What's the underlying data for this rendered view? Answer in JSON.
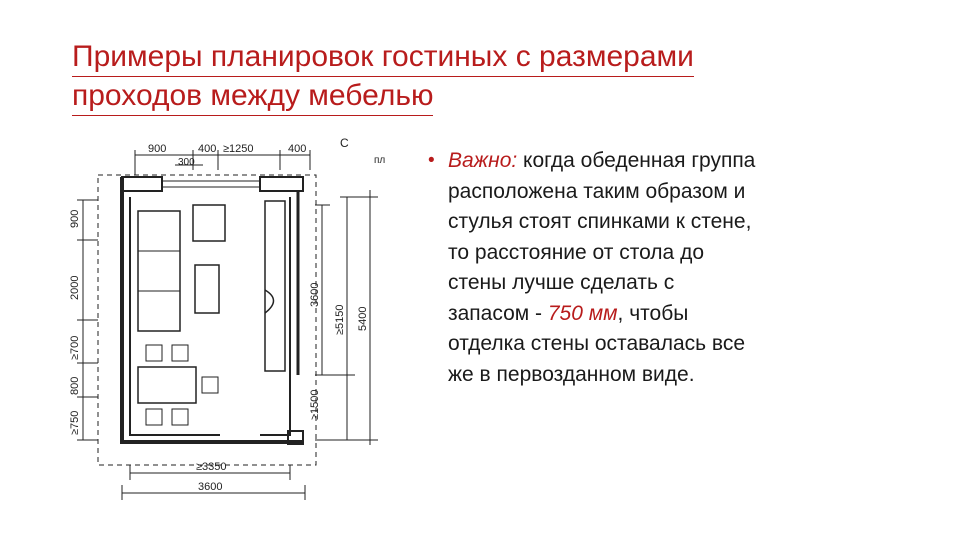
{
  "slide": {
    "title_line1": "Примеры планировок гостиных с размерами",
    "title_line2": "проходов между мебелью"
  },
  "plan": {
    "dims": {
      "top_900": "900",
      "top_400": "400",
      "top_1250": "≥1250",
      "top_400b": "400",
      "top_300": "300",
      "left_900": "900",
      "left_2000": "2000",
      "left_700": "≥700",
      "left_800": "800",
      "left_750": "≥750",
      "right_3600": "3600",
      "right_5150": "≥5150",
      "right_5400": "5400",
      "right_1500": "≥1500",
      "bottom_3350": "≥3350",
      "bottom_3600": "3600"
    },
    "corner_label_c": "С",
    "corner_label_pl": "пл"
  },
  "bullet": {
    "marker": "•",
    "important": "Важно:",
    "text_before": " когда обеденная группа расположена таким образом и стулья стоят спинками к стене, то расстояние от стола до стены лучше сделать с запасом - ",
    "distance": "750 мм",
    "text_after": ", чтобы отделка стены оставалась все же в первозданном виде."
  },
  "colors": {
    "accent": "#b81c1c",
    "text": "#1a1a1a",
    "line": "#222222"
  }
}
